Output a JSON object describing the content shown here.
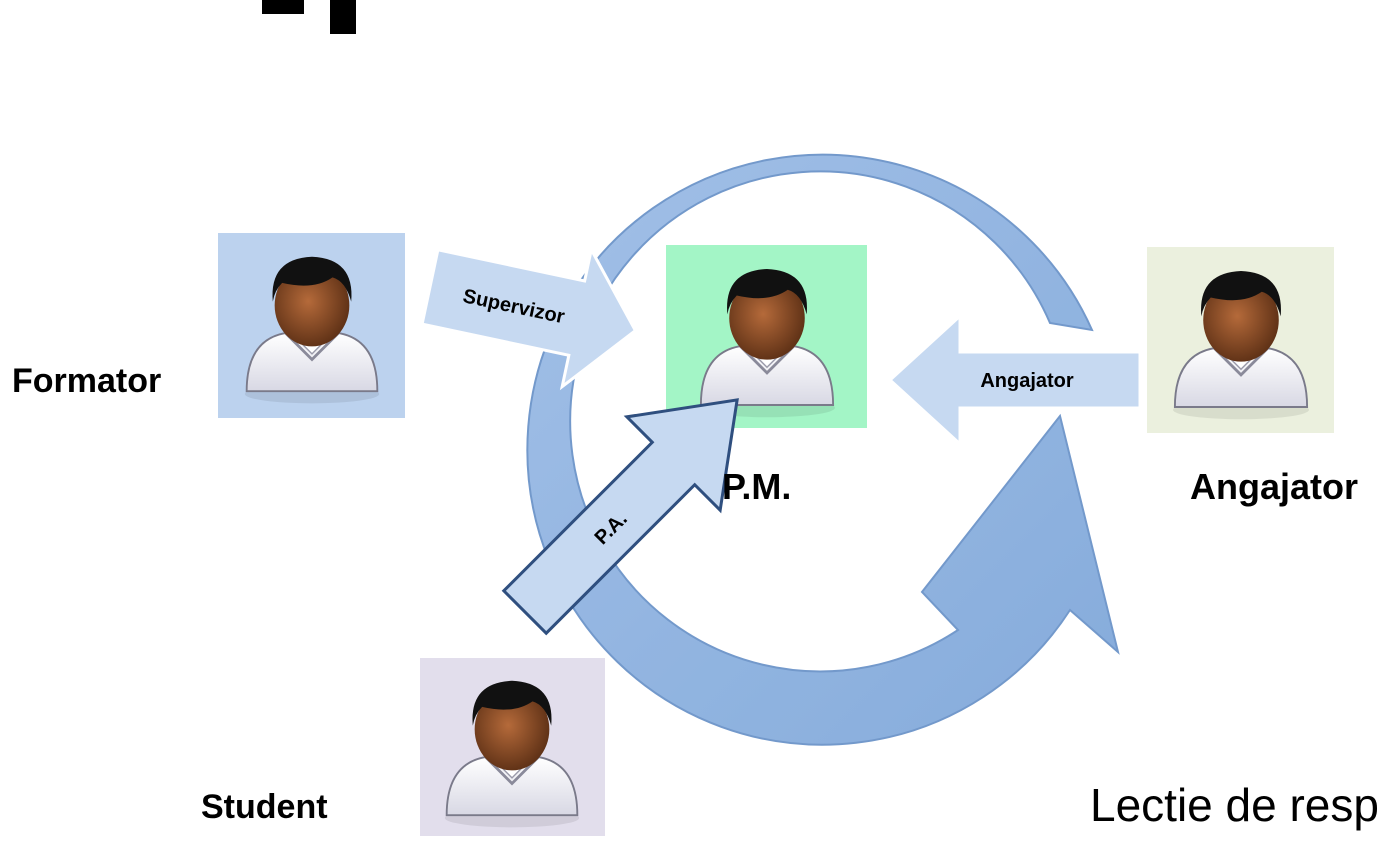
{
  "roles": {
    "formator": "Formator",
    "pm": "P.M.",
    "angajator": "Angajator",
    "student": "Student"
  },
  "arrows": {
    "supervizor": "Supervizor",
    "angajator": "Angajator",
    "pa": "P.A."
  },
  "footer_text": "Lectie de resp",
  "colors": {
    "cycle": "#8FB3E0",
    "arrow_fill": "#C6D9F1",
    "arrow_stroke": "#2F4F7F",
    "formator_bg": "#BCD2EE",
    "pm_bg": "#A3F5C6",
    "angajator_bg": "#EBF0DE",
    "student_bg": "#E2DEEC"
  },
  "icons": {
    "person": "user-avatar-icon"
  }
}
